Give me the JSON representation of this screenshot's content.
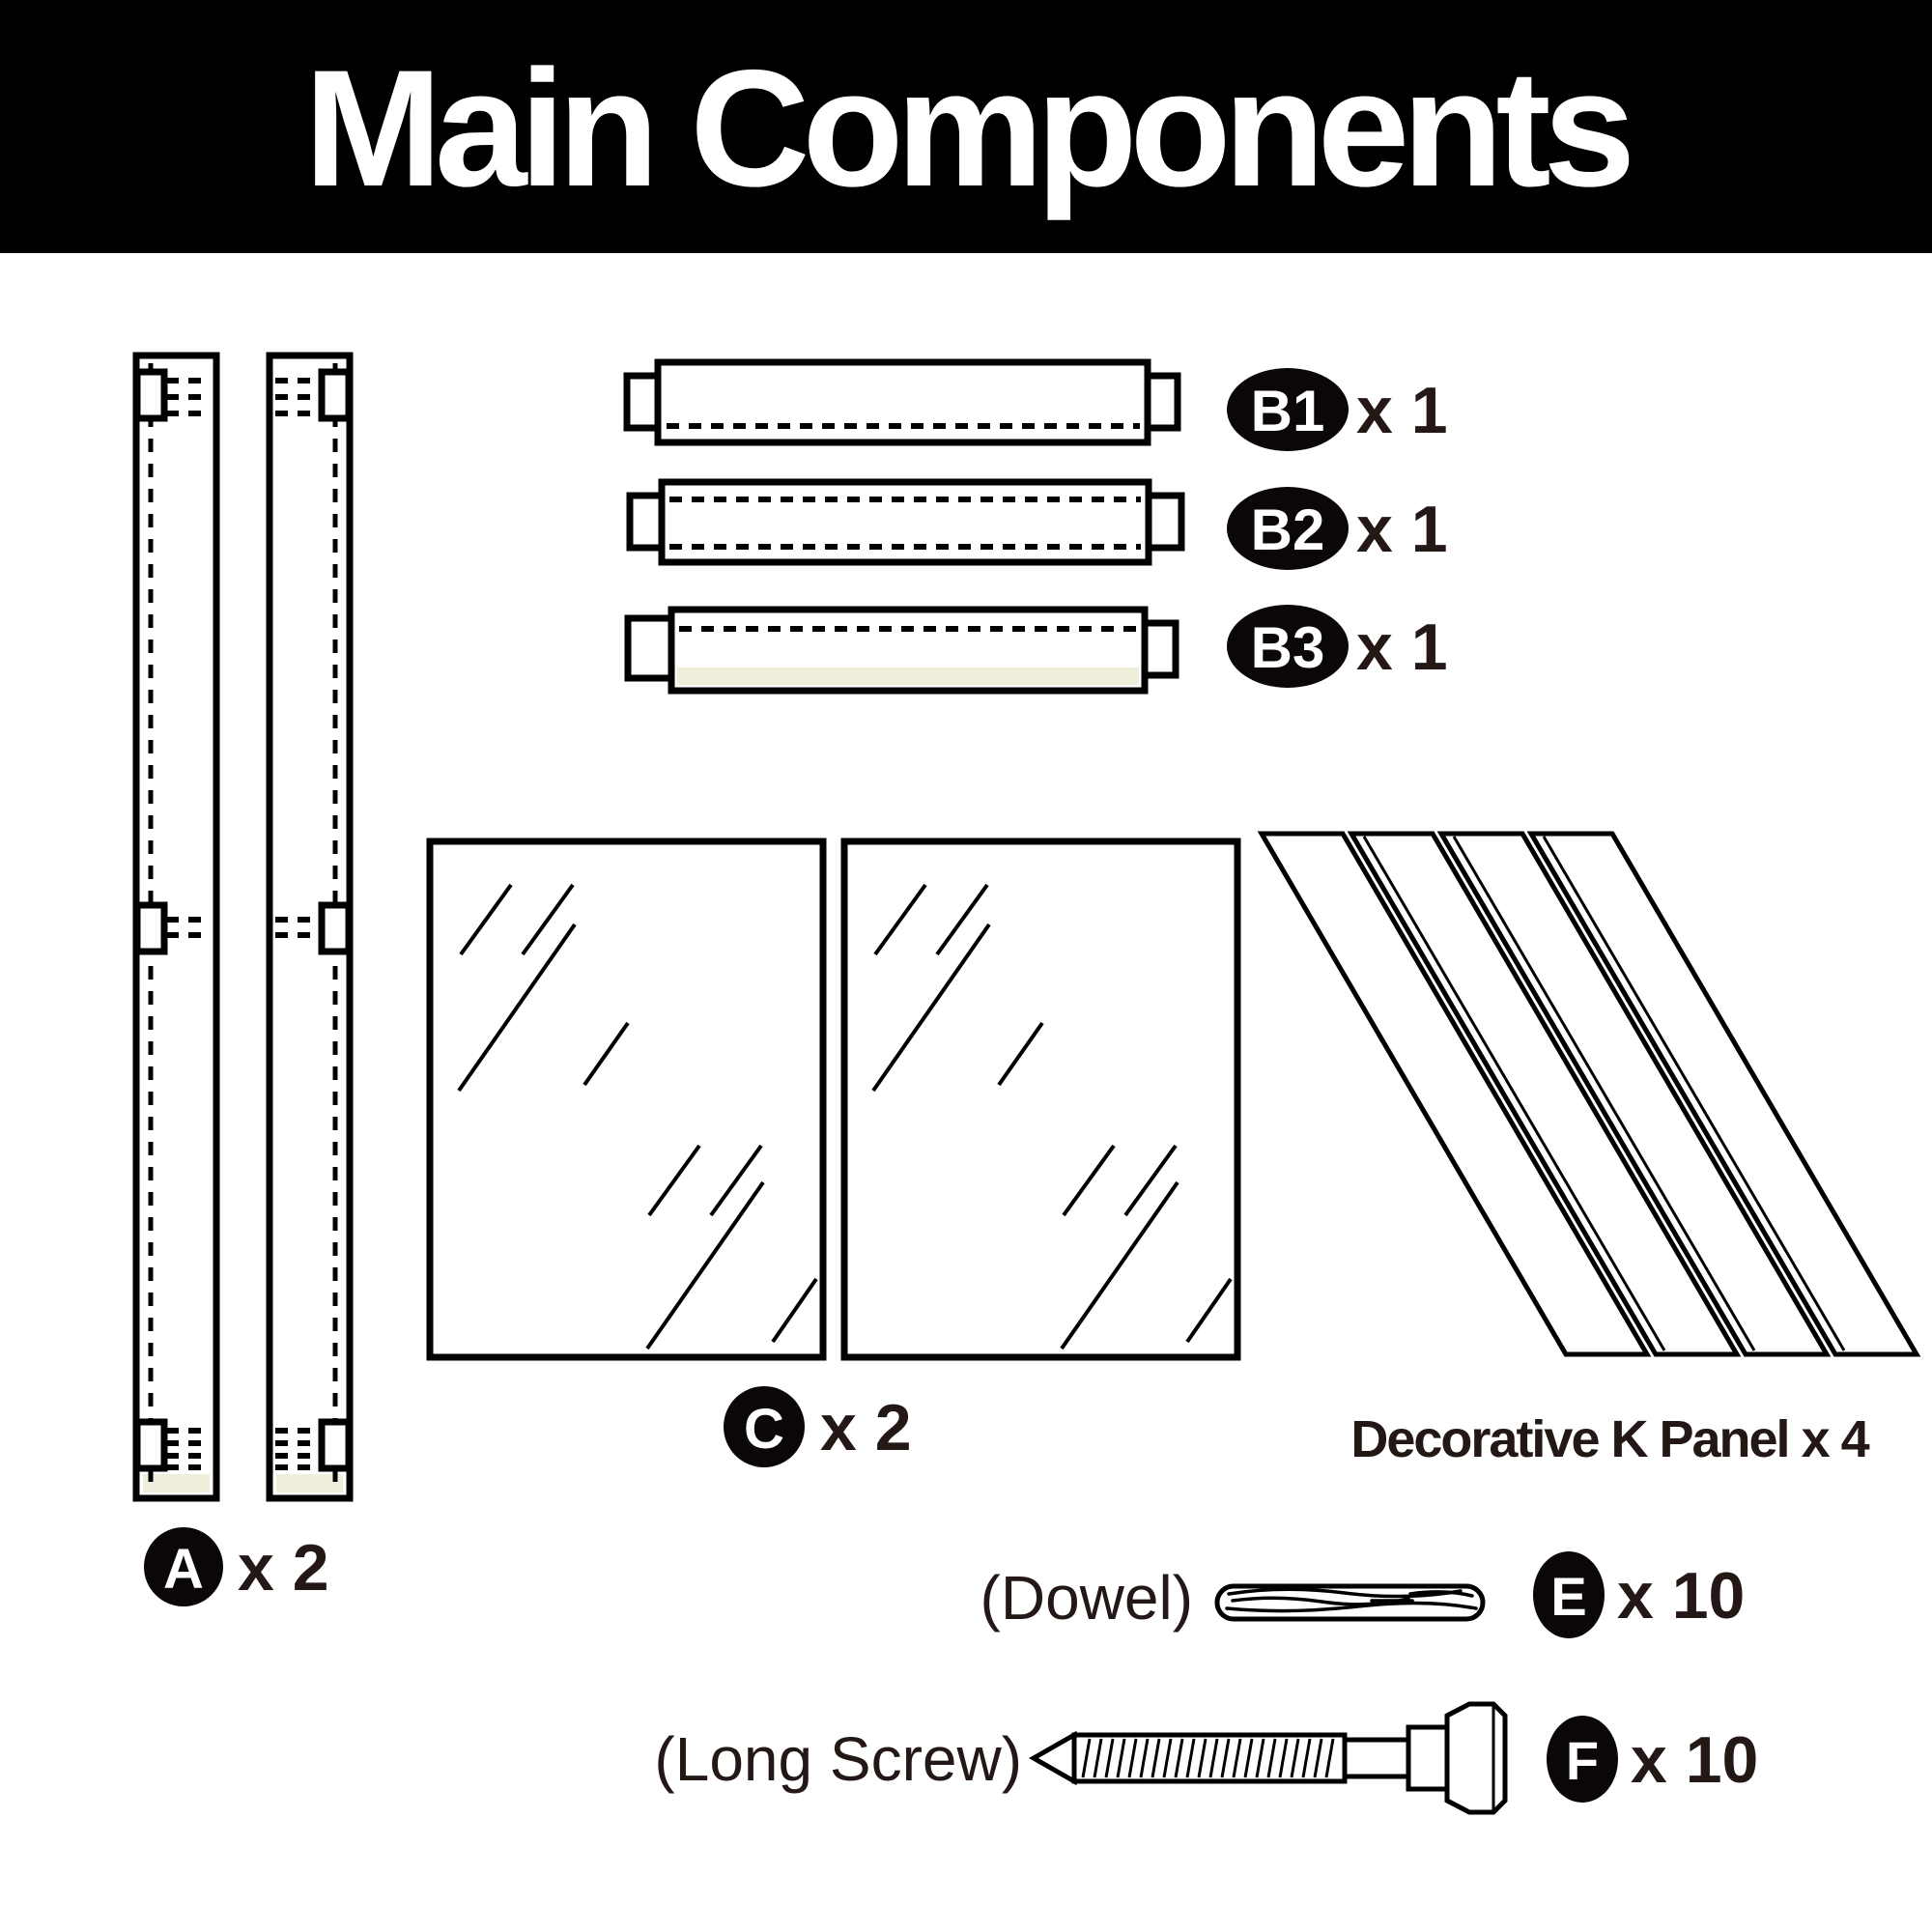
{
  "title": "Main Components",
  "components": {
    "a": {
      "badge": "A",
      "qty": "x 2"
    },
    "b1": {
      "badge": "B1",
      "qty": "x 1"
    },
    "b2": {
      "badge": "B2",
      "qty": "x 1"
    },
    "b3": {
      "badge": "B3",
      "qty": "x 1"
    },
    "c": {
      "badge": "C",
      "qty": "x 2"
    },
    "k": {
      "label": "Decorative K Panel x 4"
    },
    "e": {
      "name": "(Dowel)",
      "badge": "E",
      "qty": "x 10"
    },
    "f": {
      "name": "(Long Screw)",
      "badge": "F",
      "qty": "x 10"
    }
  },
  "colors": {
    "header_bg": "#000000",
    "header_fg": "#ffffff",
    "line": "#000000",
    "ink": "#231815",
    "badge_bg": "#0b0706",
    "panel_cream": "#efeeda"
  }
}
